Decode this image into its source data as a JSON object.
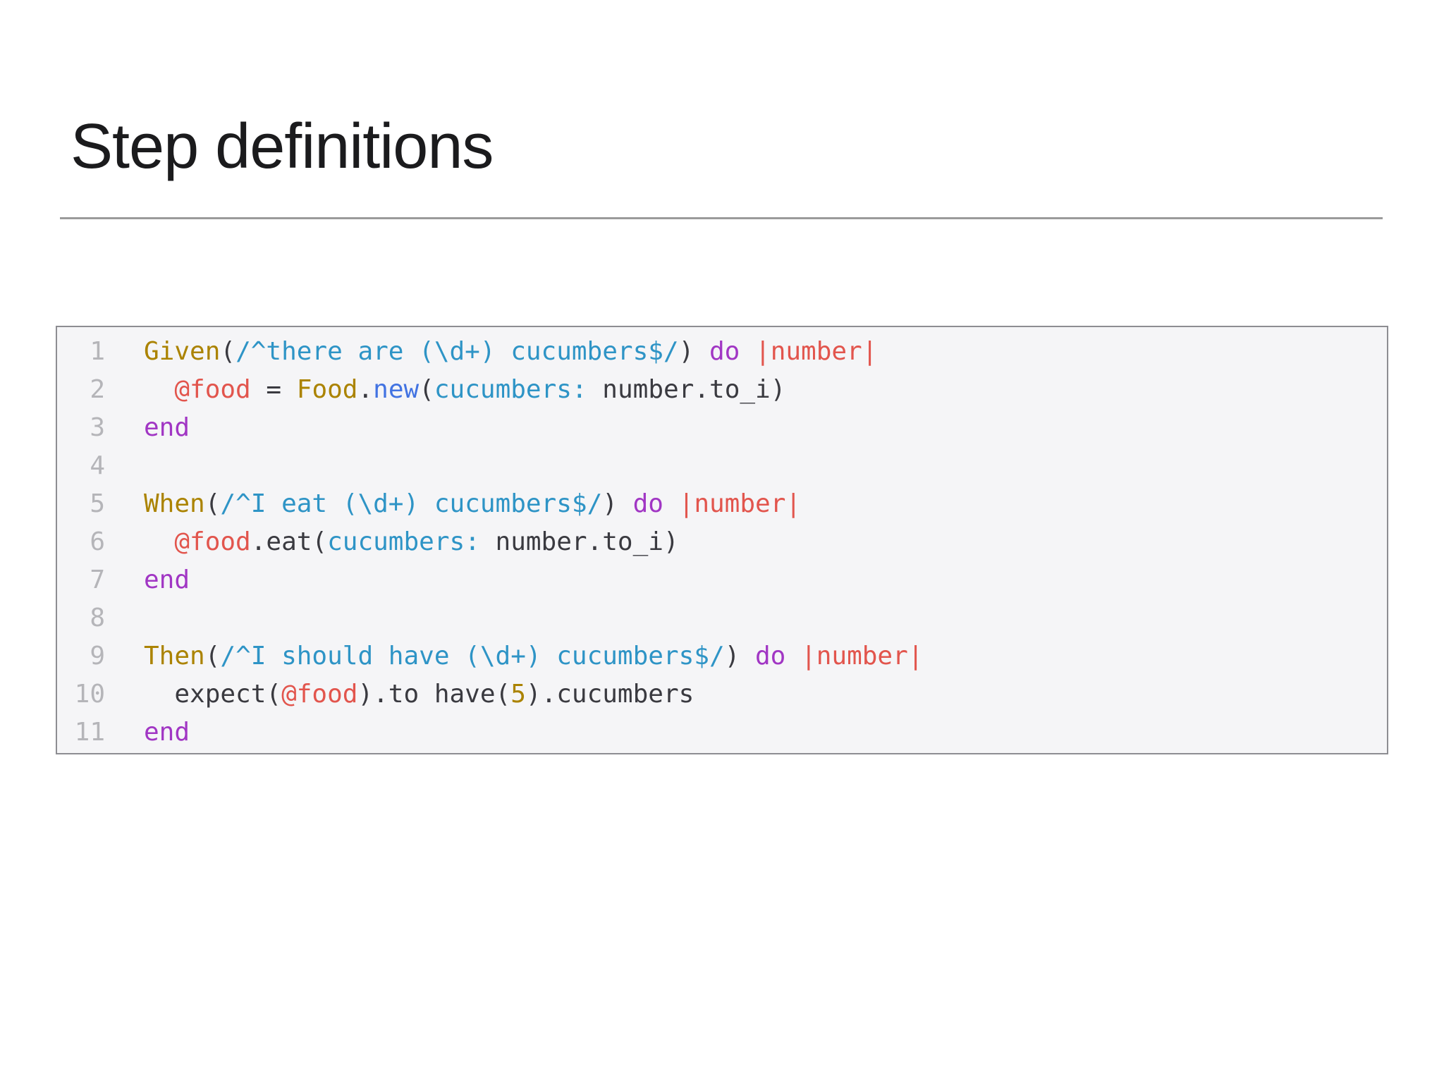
{
  "slide": {
    "title": "Step definitions"
  },
  "theme": {
    "background": "#ffffff",
    "title_color": "#1b1b1d",
    "divider_color": "#9b9b9b"
  },
  "code": {
    "language": "ruby",
    "palette": {
      "plain": "#3a3a40",
      "gold": "#ab8300",
      "cyan": "#2e94c6",
      "blue": "#4273e2",
      "purple": "#a136c4",
      "red": "#e2554d",
      "linenum": "#b5b5b9",
      "box_bg": "#f5f5f7",
      "box_border": "#8d8d92"
    },
    "lines": [
      {
        "n": "1",
        "tokens": [
          [
            "gold",
            "Given"
          ],
          [
            "plain",
            "("
          ],
          [
            "cyan",
            "/^there are (\\d+) cucumbers$/"
          ],
          [
            "plain",
            ") "
          ],
          [
            "purple",
            "do"
          ],
          [
            "plain",
            " "
          ],
          [
            "red",
            "|number|"
          ]
        ]
      },
      {
        "n": "2",
        "tokens": [
          [
            "plain",
            "  "
          ],
          [
            "red",
            "@food"
          ],
          [
            "plain",
            " = "
          ],
          [
            "gold",
            "Food"
          ],
          [
            "plain",
            "."
          ],
          [
            "blue",
            "new"
          ],
          [
            "plain",
            "("
          ],
          [
            "cyan",
            "cucumbers:"
          ],
          [
            "plain",
            " number.to_i)"
          ]
        ]
      },
      {
        "n": "3",
        "tokens": [
          [
            "purple",
            "end"
          ]
        ]
      },
      {
        "n": "4",
        "tokens": []
      },
      {
        "n": "5",
        "tokens": [
          [
            "gold",
            "When"
          ],
          [
            "plain",
            "("
          ],
          [
            "cyan",
            "/^I eat (\\d+) cucumbers$/"
          ],
          [
            "plain",
            ") "
          ],
          [
            "purple",
            "do"
          ],
          [
            "plain",
            " "
          ],
          [
            "red",
            "|number|"
          ]
        ]
      },
      {
        "n": "6",
        "tokens": [
          [
            "plain",
            "  "
          ],
          [
            "red",
            "@food"
          ],
          [
            "plain",
            ".eat("
          ],
          [
            "cyan",
            "cucumbers:"
          ],
          [
            "plain",
            " number.to_i)"
          ]
        ]
      },
      {
        "n": "7",
        "tokens": [
          [
            "purple",
            "end"
          ]
        ]
      },
      {
        "n": "8",
        "tokens": []
      },
      {
        "n": "9",
        "tokens": [
          [
            "gold",
            "Then"
          ],
          [
            "plain",
            "("
          ],
          [
            "cyan",
            "/^I should have (\\d+) cucumbers$/"
          ],
          [
            "plain",
            ") "
          ],
          [
            "purple",
            "do"
          ],
          [
            "plain",
            " "
          ],
          [
            "red",
            "|number|"
          ]
        ]
      },
      {
        "n": "10",
        "tokens": [
          [
            "plain",
            "  expect("
          ],
          [
            "red",
            "@food"
          ],
          [
            "plain",
            ").to have("
          ],
          [
            "gold",
            "5"
          ],
          [
            "plain",
            ").cucumbers"
          ]
        ]
      },
      {
        "n": "11",
        "tokens": [
          [
            "purple",
            "end"
          ]
        ]
      }
    ]
  }
}
